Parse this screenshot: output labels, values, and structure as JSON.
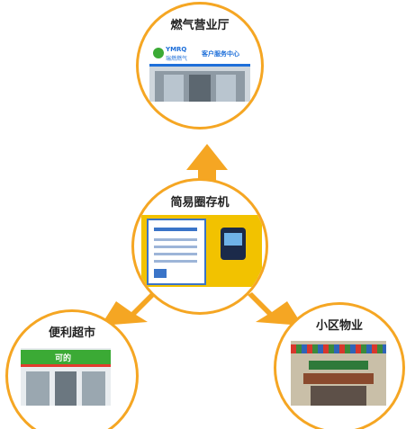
{
  "nodes": {
    "gas_hall": {
      "label": "燃气营业厅",
      "sign_logo": "YMRQ",
      "sign_company": "瑞燃燃气",
      "sign_title": "客户服务中心"
    },
    "kiosk": {
      "label": "简易圈存机"
    },
    "store": {
      "label": "便利超市",
      "sign_text": "可的"
    },
    "property": {
      "label": "小区物业"
    }
  },
  "colors": {
    "ring": "#F5A623",
    "arrow": "#F5A623",
    "sign_blue": "#1E6FD9",
    "kiosk_yellow": "#F2C200",
    "store_green": "#3BAA35"
  }
}
